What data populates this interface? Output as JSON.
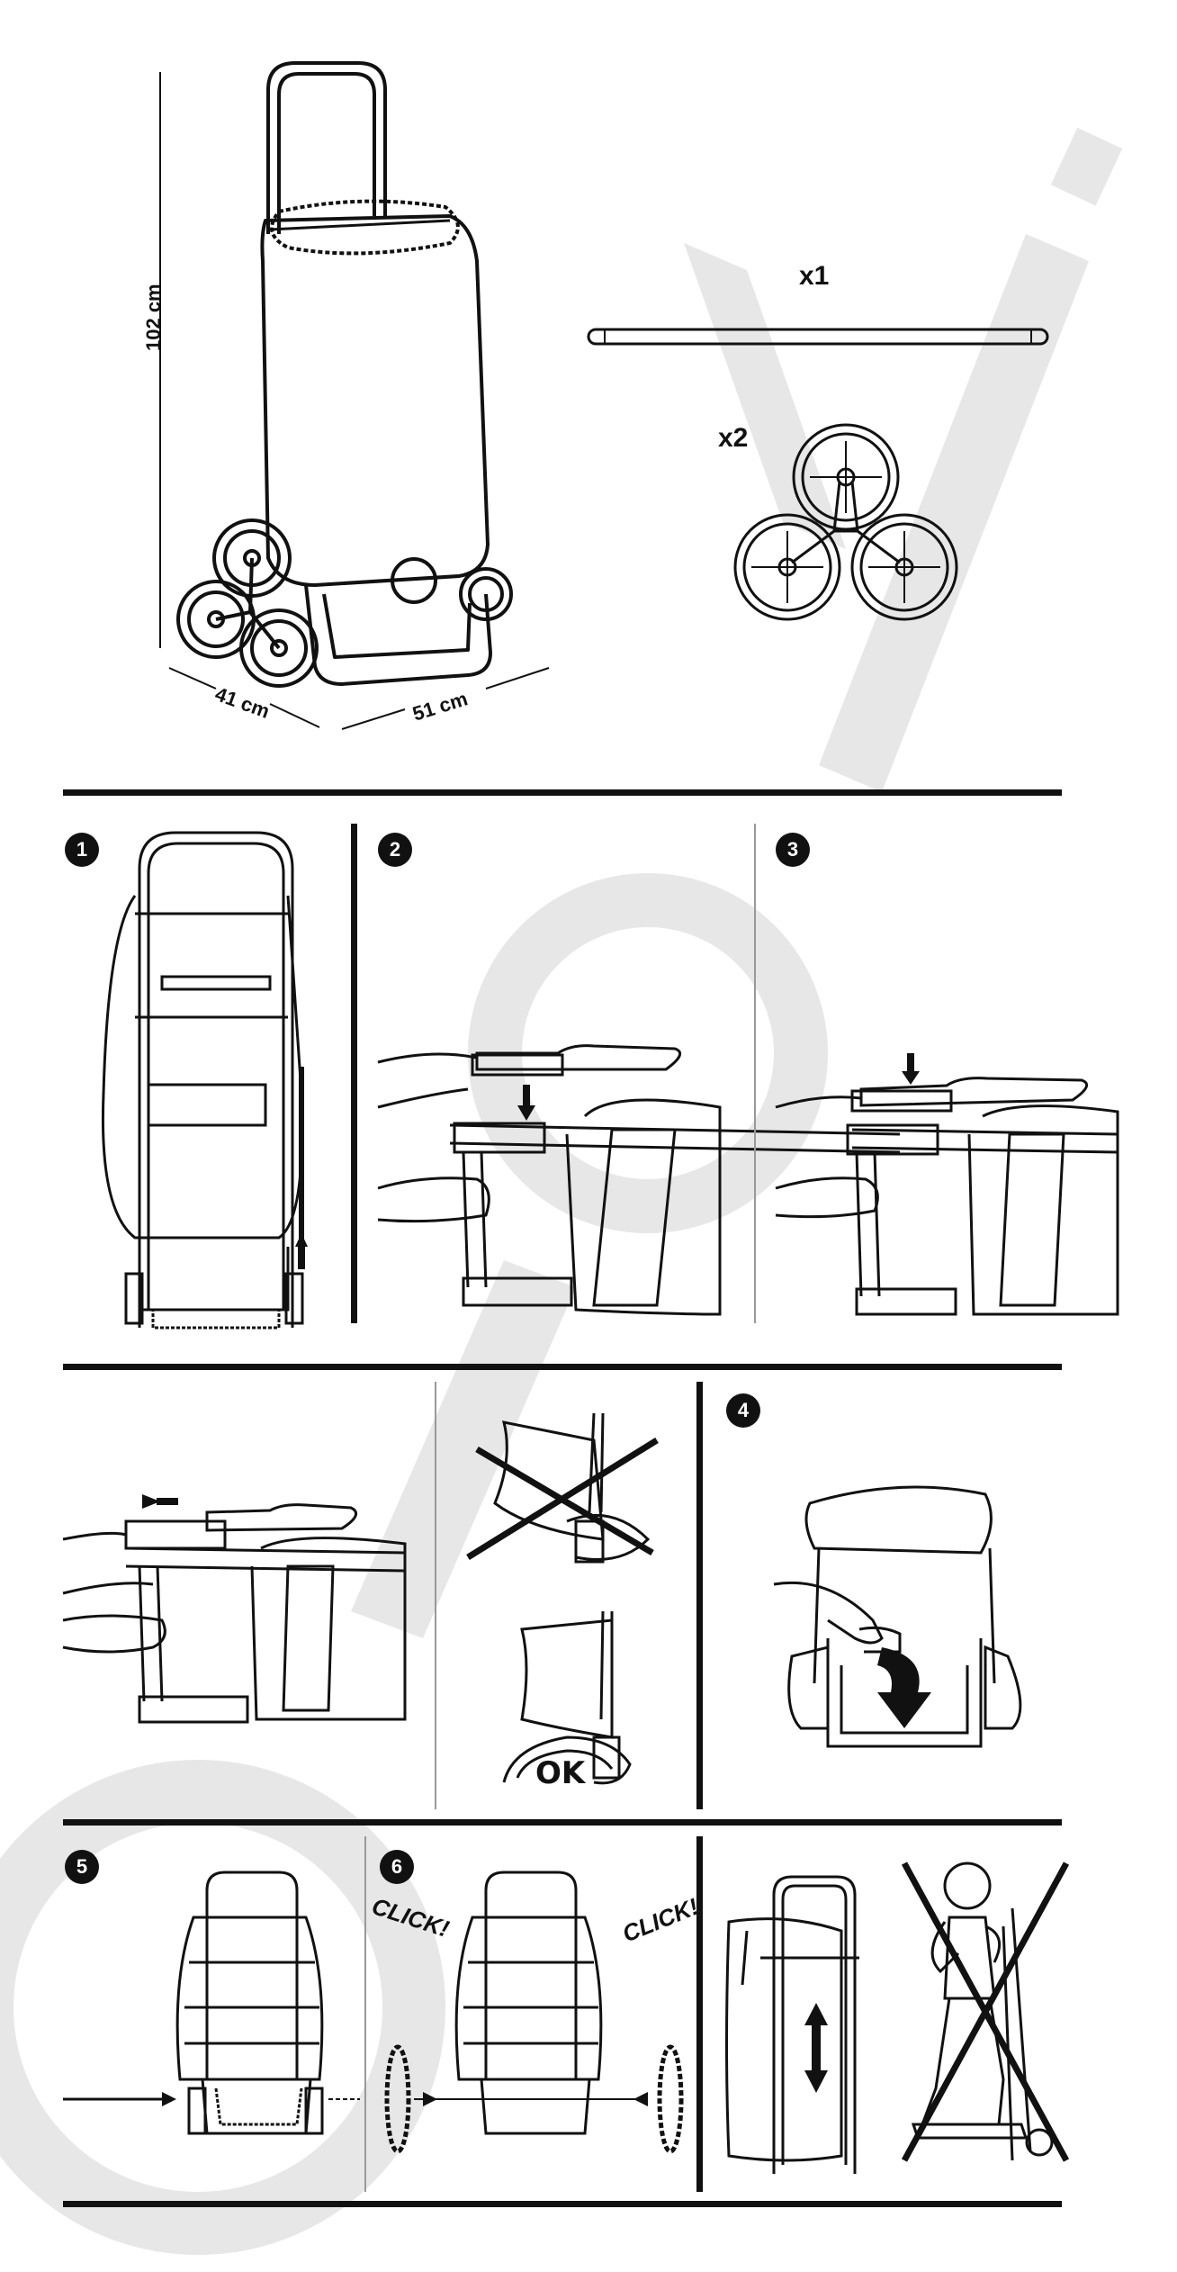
{
  "dimensions": {
    "height": "102 cm",
    "depth": "41 cm",
    "width": "51 cm"
  },
  "parts": {
    "rod_qty": "x1",
    "wheel_qty": "x2"
  },
  "steps": [
    "1",
    "2",
    "3",
    "4",
    "5",
    "6"
  ],
  "labels": {
    "ok": "OK",
    "click_left": "CLICK!",
    "click_right": "CLICK!"
  },
  "colors": {
    "line": "#111111",
    "watermark": "#e6e6e6"
  }
}
